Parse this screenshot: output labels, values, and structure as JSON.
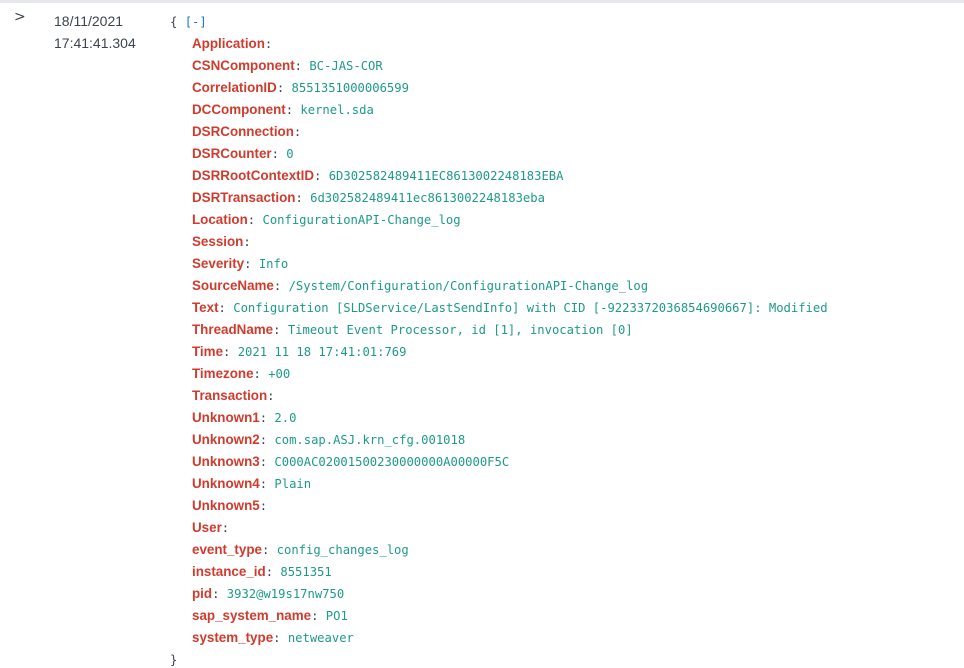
{
  "row": {
    "toggle_glyph": ">",
    "date": "18/11/2021",
    "time": "17:41:41.304"
  },
  "event": {
    "open_brace": "{",
    "collapse_label": "[-]",
    "close_brace": "}",
    "fields": [
      {
        "key": "Application",
        "value": ""
      },
      {
        "key": "CSNComponent",
        "value": "BC-JAS-COR"
      },
      {
        "key": "CorrelationID",
        "value": "8551351000006599"
      },
      {
        "key": "DCComponent",
        "value": "kernel.sda"
      },
      {
        "key": "DSRConnection",
        "value": ""
      },
      {
        "key": "DSRCounter",
        "value": "0"
      },
      {
        "key": "DSRRootContextID",
        "value": "6D302582489411EC8613002248183EBA"
      },
      {
        "key": "DSRTransaction",
        "value": "6d302582489411ec8613002248183eba"
      },
      {
        "key": "Location",
        "value": "ConfigurationAPI-Change_log"
      },
      {
        "key": "Session",
        "value": ""
      },
      {
        "key": "Severity",
        "value": "Info"
      },
      {
        "key": "SourceName",
        "value": "/System/Configuration/ConfigurationAPI-Change_log"
      },
      {
        "key": "Text",
        "value": "Configuration [SLDService/LastSendInfo] with CID [-9223372036854690667]: Modified"
      },
      {
        "key": "ThreadName",
        "value": "Timeout Event Processor, id [1], invocation [0]"
      },
      {
        "key": "Time",
        "value": "2021 11 18 17:41:01:769"
      },
      {
        "key": "Timezone",
        "value": "+00"
      },
      {
        "key": "Transaction",
        "value": ""
      },
      {
        "key": "Unknown1",
        "value": "2.0"
      },
      {
        "key": "Unknown2",
        "value": "com.sap.ASJ.krn_cfg.001018"
      },
      {
        "key": "Unknown3",
        "value": "C000AC02001500230000000A00000F5C"
      },
      {
        "key": "Unknown4",
        "value": "Plain"
      },
      {
        "key": "Unknown5",
        "value": ""
      },
      {
        "key": "User",
        "value": ""
      },
      {
        "key": "event_type",
        "value": "config_changes_log"
      },
      {
        "key": "instance_id",
        "value": "8551351"
      },
      {
        "key": "pid",
        "value": "3932@w19s17nw750"
      },
      {
        "key": "sap_system_name",
        "value": "PO1"
      },
      {
        "key": "system_type",
        "value": "netweaver"
      }
    ]
  },
  "colors": {
    "key": "#d13b2e",
    "value": "#1e9a8a",
    "link": "#1a73c8",
    "text": "#3c444d"
  }
}
